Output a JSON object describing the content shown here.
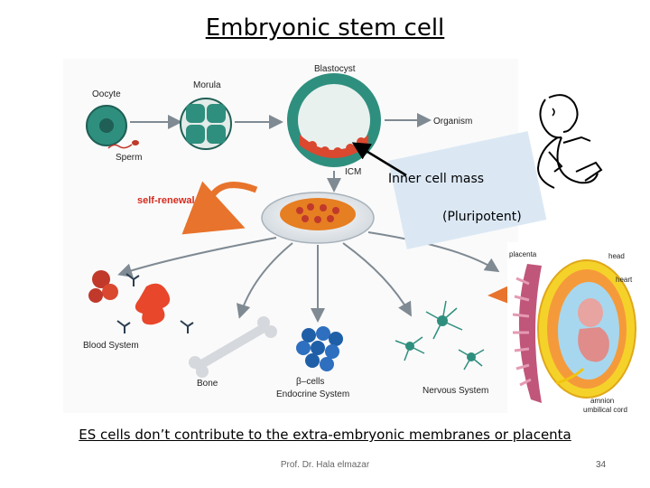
{
  "title": "Embryonic stem cell",
  "diagram": {
    "labels": {
      "oocyte": "Oocyte",
      "morula": "Morula",
      "blastocyst": "Blastocyst",
      "organism": "Organism",
      "sperm": "Sperm",
      "icm": "ICM",
      "self_renewal": "self-renewal",
      "blood_system": "Blood System",
      "bone": "Bone",
      "beta_cells": "β–cells",
      "endocrine_system": "Endocrine System",
      "nervous_system": "Nervous System"
    }
  },
  "callout": {
    "line1": "Inner cell mass",
    "line2": "(Pluripotent)"
  },
  "placenta_labels": {
    "placenta": "placenta",
    "head": "head",
    "heart": "heart",
    "amnion": "amnion",
    "umbilical_cord": "umbilical cord"
  },
  "footer_note": "ES cells don’t contribute to the extra-embryonic membranes or placenta",
  "author": "Prof. Dr. Hala elmazar",
  "page_number": "34",
  "colors": {
    "cell_green": "#2f8f7e",
    "cell_dark": "#1f5f55",
    "icm_red": "#d9482f",
    "arrow_gray": "#7f8a93",
    "renewal_orange": "#e8732c",
    "callout_blue": "#dbe8f4"
  }
}
